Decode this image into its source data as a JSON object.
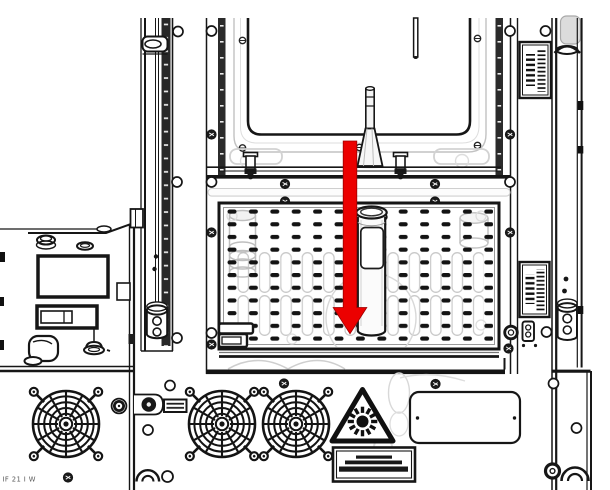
{
  "diagram": {
    "description": "Technical line illustration of instrument rear: open sample chamber with probe, perforated sample tray, sample vial, red arrow indicating downward insertion, cooling fans and laser warning symbol",
    "corner_text": "IF 21 I W",
    "colors": {
      "arrow_red": "#ec0000",
      "line": "#161616",
      "ghost_gray": "#c9c9c9",
      "panel_white": "#ffffff"
    },
    "icons": [
      "down-arrow-icon",
      "laser-warning-icon",
      "fan-grille",
      "barcode-label",
      "screw-head-icon",
      "sample-vial"
    ]
  }
}
